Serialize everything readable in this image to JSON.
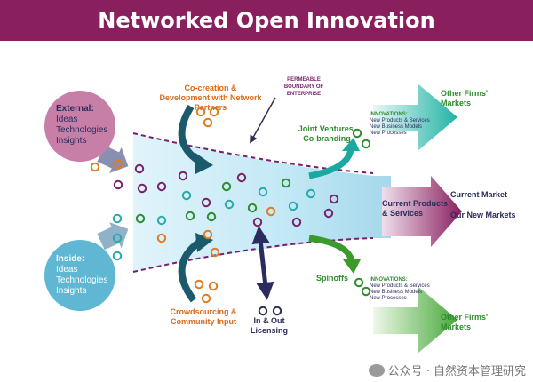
{
  "title": "Networked Open Innovation",
  "external": {
    "heading": "External:",
    "items": [
      "Ideas",
      "Technologies",
      "Insights"
    ]
  },
  "inside": {
    "heading": "Inside:",
    "items": [
      "Ideas",
      "Technologies",
      "Insights"
    ]
  },
  "cocreation": "Co-creation & Development with Network Partners",
  "crowdsourcing": "Crowdsourcing & Community Input",
  "permeable": "PERMEABLE BOUNDARY OF ENTERPRISE",
  "in_out": "In & Out Licensing",
  "joint": "Joint Ventures, Co-branding",
  "spinoffs": "Spinoffs",
  "current": "Current Products & Services",
  "current_market": "Current Market",
  "new_markets": "Our New Markets",
  "other_firms_top": "Other Firms' Markets",
  "other_firms_bottom": "Other Firms' Markets",
  "innovations_top": {
    "heading": "INNOVATIONS:",
    "items": [
      "New Products & Services",
      "New Business Models",
      "New Processes"
    ]
  },
  "innovations_bottom": {
    "heading": "INNOVATIONS:",
    "items": [
      "New Products & Services",
      "New Business Models",
      "New Processes"
    ]
  },
  "watermark": "公众号 · 自然资本管理研究",
  "colors": {
    "header": "#8a1f5e",
    "orange": "#e07b1f",
    "green": "#2e8b2e",
    "purple": "#7a1f6a",
    "teal": "#2aa8a8",
    "navy": "#2b2b5e",
    "pink_circle": "#c77fa8",
    "blue_circle": "#5fb7d4"
  }
}
